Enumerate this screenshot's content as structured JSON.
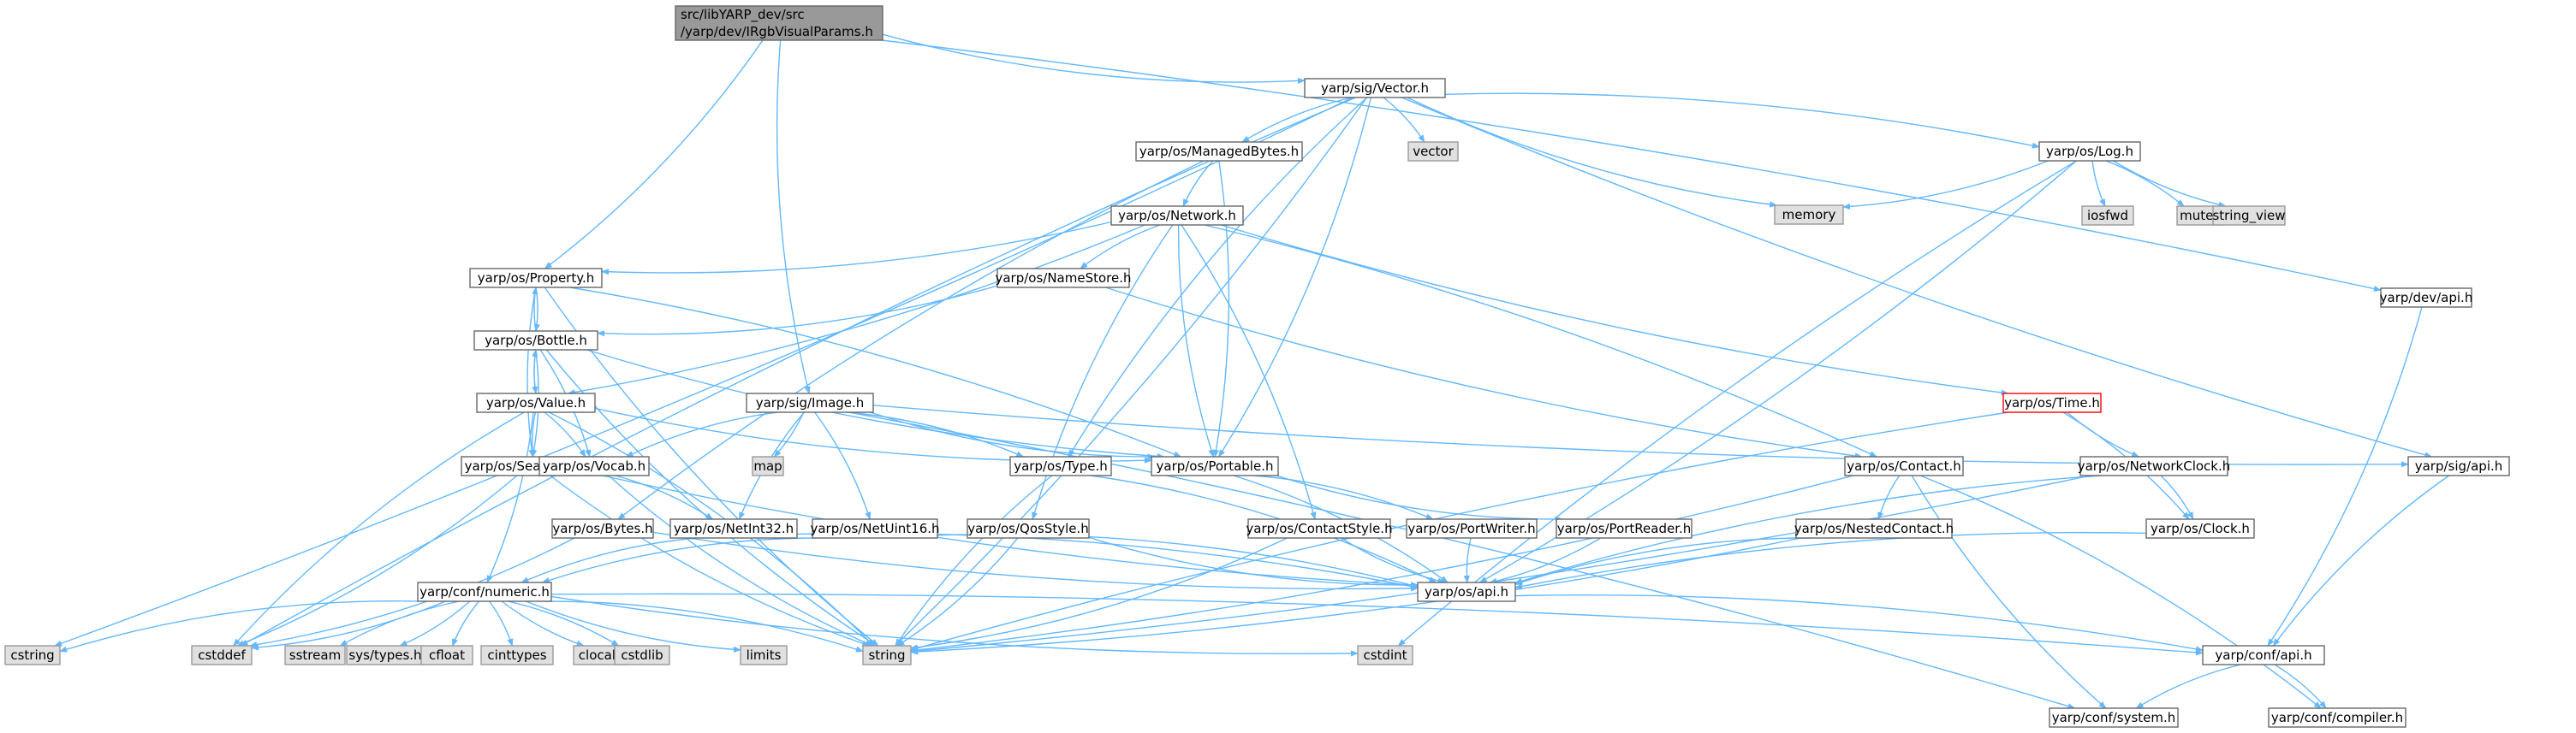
{
  "colors": {
    "edge": "#63b8ff",
    "node_fill": "#ffffff",
    "node_border": "#666666",
    "root_fill": "#999999",
    "root_border": "#666666",
    "external_fill": "#e0e0e0",
    "external_border": "#999999",
    "highlight_border": "#ff0000"
  },
  "nodes": [
    {
      "id": "root",
      "lines": [
        "src/libYARP_dev/src",
        "/yarp/dev/IRgbVisualParams.h"
      ],
      "kind": "root"
    },
    {
      "id": "vector_h",
      "lines": [
        "yarp/sig/Vector.h"
      ],
      "kind": "normal"
    },
    {
      "id": "property",
      "lines": [
        "yarp/os/Property.h"
      ],
      "kind": "normal"
    },
    {
      "id": "image",
      "lines": [
        "yarp/sig/Image.h"
      ],
      "kind": "normal"
    },
    {
      "id": "devapi",
      "lines": [
        "yarp/dev/api.h"
      ],
      "kind": "normal"
    },
    {
      "id": "managedbytes",
      "lines": [
        "yarp/os/ManagedBytes.h"
      ],
      "kind": "normal"
    },
    {
      "id": "vector_std",
      "lines": [
        "vector"
      ],
      "kind": "external"
    },
    {
      "id": "log",
      "lines": [
        "yarp/os/Log.h"
      ],
      "kind": "normal"
    },
    {
      "id": "memory",
      "lines": [
        "memory"
      ],
      "kind": "external"
    },
    {
      "id": "network",
      "lines": [
        "yarp/os/Network.h"
      ],
      "kind": "normal"
    },
    {
      "id": "iosfwd",
      "lines": [
        "iosfwd"
      ],
      "kind": "external"
    },
    {
      "id": "mutex",
      "lines": [
        "mutex"
      ],
      "kind": "external"
    },
    {
      "id": "string_view",
      "lines": [
        "string_view"
      ],
      "kind": "external"
    },
    {
      "id": "namestore",
      "lines": [
        "yarp/os/NameStore.h"
      ],
      "kind": "normal"
    },
    {
      "id": "bottle",
      "lines": [
        "yarp/os/Bottle.h"
      ],
      "kind": "normal"
    },
    {
      "id": "value",
      "lines": [
        "yarp/os/Value.h"
      ],
      "kind": "normal"
    },
    {
      "id": "time",
      "lines": [
        "yarp/os/Time.h"
      ],
      "kind": "highlight"
    },
    {
      "id": "map",
      "lines": [
        "map"
      ],
      "kind": "external"
    },
    {
      "id": "searchable",
      "lines": [
        "yarp/os/Searchable.h"
      ],
      "kind": "normal"
    },
    {
      "id": "vocab",
      "lines": [
        "yarp/os/Vocab.h"
      ],
      "kind": "normal"
    },
    {
      "id": "type",
      "lines": [
        "yarp/os/Type.h"
      ],
      "kind": "normal"
    },
    {
      "id": "portable",
      "lines": [
        "yarp/os/Portable.h"
      ],
      "kind": "normal"
    },
    {
      "id": "contact",
      "lines": [
        "yarp/os/Contact.h"
      ],
      "kind": "normal"
    },
    {
      "id": "networkclock",
      "lines": [
        "yarp/os/NetworkClock.h"
      ],
      "kind": "normal"
    },
    {
      "id": "sigapi",
      "lines": [
        "yarp/sig/api.h"
      ],
      "kind": "normal"
    },
    {
      "id": "bytes",
      "lines": [
        "yarp/os/Bytes.h"
      ],
      "kind": "normal"
    },
    {
      "id": "netint32",
      "lines": [
        "yarp/os/NetInt32.h"
      ],
      "kind": "normal"
    },
    {
      "id": "netuint16",
      "lines": [
        "yarp/os/NetUint16.h"
      ],
      "kind": "normal"
    },
    {
      "id": "qosstyle",
      "lines": [
        "yarp/os/QosStyle.h"
      ],
      "kind": "normal"
    },
    {
      "id": "contactstyle",
      "lines": [
        "yarp/os/ContactStyle.h"
      ],
      "kind": "normal"
    },
    {
      "id": "portwriter",
      "lines": [
        "yarp/os/PortWriter.h"
      ],
      "kind": "normal"
    },
    {
      "id": "portreader",
      "lines": [
        "yarp/os/PortReader.h"
      ],
      "kind": "normal"
    },
    {
      "id": "nestedcontact",
      "lines": [
        "yarp/os/NestedContact.h"
      ],
      "kind": "normal"
    },
    {
      "id": "clock",
      "lines": [
        "yarp/os/Clock.h"
      ],
      "kind": "normal"
    },
    {
      "id": "numeric",
      "lines": [
        "yarp/conf/numeric.h"
      ],
      "kind": "normal"
    },
    {
      "id": "osapi",
      "lines": [
        "yarp/os/api.h"
      ],
      "kind": "normal"
    },
    {
      "id": "cstring",
      "lines": [
        "cstring"
      ],
      "kind": "external"
    },
    {
      "id": "cstddef",
      "lines": [
        "cstddef"
      ],
      "kind": "external"
    },
    {
      "id": "sstream",
      "lines": [
        "sstream"
      ],
      "kind": "external"
    },
    {
      "id": "systypes",
      "lines": [
        "sys/types.h"
      ],
      "kind": "external"
    },
    {
      "id": "cfloat",
      "lines": [
        "cfloat"
      ],
      "kind": "external"
    },
    {
      "id": "cinttypes",
      "lines": [
        "cinttypes"
      ],
      "kind": "external"
    },
    {
      "id": "clocale",
      "lines": [
        "clocale"
      ],
      "kind": "external"
    },
    {
      "id": "cstdlib",
      "lines": [
        "cstdlib"
      ],
      "kind": "external"
    },
    {
      "id": "limits",
      "lines": [
        "limits"
      ],
      "kind": "external"
    },
    {
      "id": "string",
      "lines": [
        "string"
      ],
      "kind": "external"
    },
    {
      "id": "cstdint",
      "lines": [
        "cstdint"
      ],
      "kind": "external"
    },
    {
      "id": "confapi",
      "lines": [
        "yarp/conf/api.h"
      ],
      "kind": "normal"
    },
    {
      "id": "system",
      "lines": [
        "yarp/conf/system.h"
      ],
      "kind": "normal"
    },
    {
      "id": "compiler",
      "lines": [
        "yarp/conf/compiler.h"
      ],
      "kind": "normal"
    }
  ],
  "edges": [
    [
      "root",
      "vector_h"
    ],
    [
      "root",
      "property"
    ],
    [
      "root",
      "image"
    ],
    [
      "root",
      "devapi"
    ],
    [
      "vector_h",
      "managedbytes"
    ],
    [
      "vector_h",
      "vector_std"
    ],
    [
      "vector_h",
      "memory"
    ],
    [
      "vector_h",
      "log"
    ],
    [
      "vector_h",
      "sigapi"
    ],
    [
      "vector_h",
      "portable"
    ],
    [
      "vector_h",
      "type"
    ],
    [
      "vector_h",
      "string"
    ],
    [
      "vector_h",
      "cstddef"
    ],
    [
      "vector_h",
      "cstring"
    ],
    [
      "managedbytes",
      "network"
    ],
    [
      "managedbytes",
      "portable"
    ],
    [
      "managedbytes",
      "bytes"
    ],
    [
      "log",
      "memory"
    ],
    [
      "log",
      "iosfwd"
    ],
    [
      "log",
      "mutex"
    ],
    [
      "log",
      "string_view"
    ],
    [
      "log",
      "osapi"
    ],
    [
      "log",
      "cstdint"
    ],
    [
      "network",
      "property"
    ],
    [
      "network",
      "namestore"
    ],
    [
      "network",
      "value"
    ],
    [
      "network",
      "portable"
    ],
    [
      "network",
      "contact"
    ],
    [
      "network",
      "time"
    ],
    [
      "network",
      "contactstyle"
    ],
    [
      "network",
      "qosstyle"
    ],
    [
      "namestore",
      "bottle"
    ],
    [
      "namestore",
      "contact"
    ],
    [
      "property",
      "bottle"
    ],
    [
      "property",
      "searchable"
    ],
    [
      "property",
      "portable"
    ],
    [
      "property",
      "string"
    ],
    [
      "bottle",
      "property"
    ],
    [
      "bottle",
      "value"
    ],
    [
      "bottle",
      "vocab"
    ],
    [
      "bottle",
      "portable"
    ],
    [
      "bottle",
      "searchable"
    ],
    [
      "bottle",
      "string"
    ],
    [
      "value",
      "bottle"
    ],
    [
      "value",
      "searchable"
    ],
    [
      "value",
      "vocab"
    ],
    [
      "value",
      "portable"
    ],
    [
      "value",
      "numeric"
    ],
    [
      "value",
      "cstddef"
    ],
    [
      "value",
      "string"
    ],
    [
      "image",
      "vocab"
    ],
    [
      "image",
      "type"
    ],
    [
      "image",
      "portable"
    ],
    [
      "image",
      "map"
    ],
    [
      "image",
      "netint32"
    ],
    [
      "image",
      "netuint16"
    ],
    [
      "image",
      "sigapi"
    ],
    [
      "image",
      "system"
    ],
    [
      "searchable",
      "osapi"
    ],
    [
      "searchable",
      "cstddef"
    ],
    [
      "searchable",
      "string"
    ],
    [
      "vocab",
      "netint32"
    ],
    [
      "vocab",
      "string"
    ],
    [
      "type",
      "osapi"
    ],
    [
      "type",
      "string"
    ],
    [
      "portable",
      "portwriter"
    ],
    [
      "portable",
      "portreader"
    ],
    [
      "portable",
      "osapi"
    ],
    [
      "contact",
      "nestedcontact"
    ],
    [
      "contact",
      "string"
    ],
    [
      "contact",
      "system"
    ],
    [
      "contact",
      "compiler"
    ],
    [
      "time",
      "networkclock"
    ],
    [
      "time",
      "clock"
    ],
    [
      "time",
      "string"
    ],
    [
      "networkclock",
      "clock"
    ],
    [
      "networkclock",
      "osapi"
    ],
    [
      "networkclock",
      "string"
    ],
    [
      "sigapi",
      "confapi"
    ],
    [
      "devapi",
      "confapi"
    ],
    [
      "bytes",
      "osapi"
    ],
    [
      "bytes",
      "cstddef"
    ],
    [
      "netint32",
      "numeric"
    ],
    [
      "netint32",
      "osapi"
    ],
    [
      "netuint16",
      "numeric"
    ],
    [
      "netuint16",
      "osapi"
    ],
    [
      "qosstyle",
      "osapi"
    ],
    [
      "qosstyle",
      "string"
    ],
    [
      "contactstyle",
      "osapi"
    ],
    [
      "contactstyle",
      "string"
    ],
    [
      "portwriter",
      "osapi"
    ],
    [
      "portreader",
      "osapi"
    ],
    [
      "nestedcontact",
      "osapi"
    ],
    [
      "nestedcontact",
      "string"
    ],
    [
      "clock",
      "osapi"
    ],
    [
      "numeric",
      "confapi"
    ],
    [
      "numeric",
      "cstring"
    ],
    [
      "numeric",
      "cstddef"
    ],
    [
      "numeric",
      "sstream"
    ],
    [
      "numeric",
      "systypes"
    ],
    [
      "numeric",
      "cfloat"
    ],
    [
      "numeric",
      "cinttypes"
    ],
    [
      "numeric",
      "clocale"
    ],
    [
      "numeric",
      "cstdlib"
    ],
    [
      "numeric",
      "limits"
    ],
    [
      "numeric",
      "string"
    ],
    [
      "numeric",
      "cstdint"
    ],
    [
      "osapi",
      "confapi"
    ],
    [
      "confapi",
      "system"
    ],
    [
      "confapi",
      "compiler"
    ]
  ]
}
